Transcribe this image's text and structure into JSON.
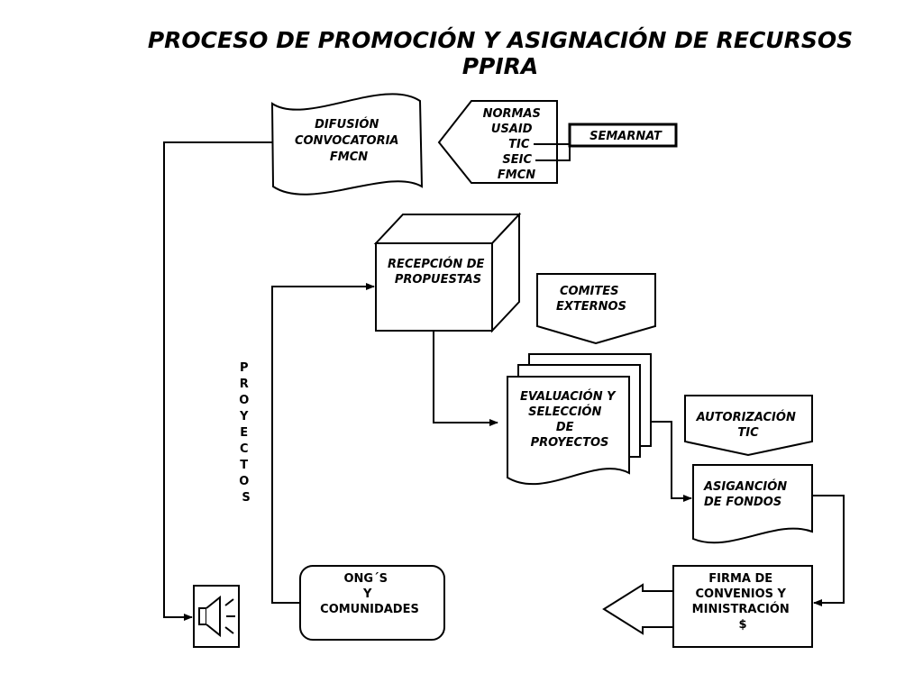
{
  "title": {
    "line1": "PROCESO DE PROMOCIÓN Y ASIGNACIÓN DE RECURSOS",
    "line2": "PPIRA"
  },
  "nodes": {
    "difusion": [
      "DIFUSIÓN",
      "CONVOCATORIA",
      "FMCN"
    ],
    "normas": [
      "NORMAS",
      "USAID",
      "TIC",
      "SEIC",
      "FMCN"
    ],
    "semarnat": "SEMARNAT",
    "recepcion": [
      "RECEPCIÓN DE",
      "PROPUESTAS"
    ],
    "comites": [
      "COMITES",
      "EXTERNOS"
    ],
    "evaluacion": [
      "EVALUACIÓN Y",
      "SELECCIÓN",
      "DE",
      "PROYECTOS"
    ],
    "autorizacion": [
      "AUTORIZACIÓN",
      "TIC"
    ],
    "asignacion": [
      "ASIGANCIÓN",
      "DE FONDOS"
    ],
    "firma": [
      "FIRMA DE",
      "CONVENIOS Y",
      "MINISTRACIÓN",
      "$"
    ],
    "ongs": [
      "ONG´S",
      "Y",
      "COMUNIDADES"
    ],
    "proyectos": [
      "P",
      "R",
      "O",
      "Y",
      "E",
      "C",
      "T",
      "O",
      "S"
    ]
  },
  "icons": {
    "speaker": "speaker-icon",
    "output_arrow": "hollow-left-arrow-icon"
  }
}
